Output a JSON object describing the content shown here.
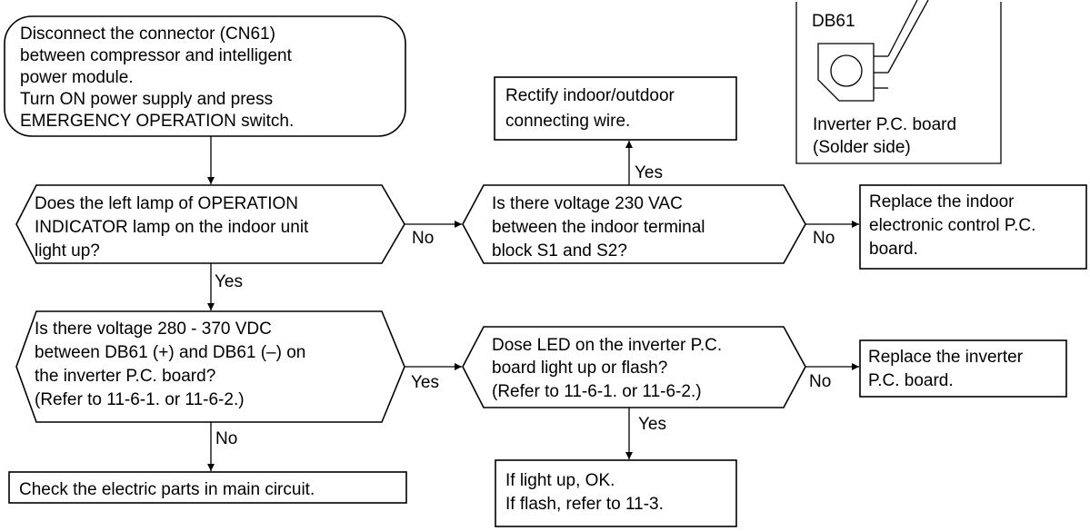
{
  "start_box": {
    "lines": [
      "Disconnect the connector (CN61)",
      "between compressor and intelligent",
      "power module.",
      "Turn ON power supply and press",
      "EMERGENCY OPERATION switch."
    ]
  },
  "decision_lamp": {
    "lines": [
      "Does the left lamp of OPERATION",
      "INDICATOR lamp on the indoor unit",
      "light up?"
    ]
  },
  "decision_230vac": {
    "lines": [
      "Is there voltage 230 VAC",
      "between the indoor terminal",
      "block S1 and S2?"
    ]
  },
  "box_rectify": {
    "lines": [
      "Rectify indoor/outdoor",
      "connecting wire."
    ]
  },
  "box_replace_indoor": {
    "lines": [
      "Replace the indoor",
      "electronic control P.C.",
      "board."
    ]
  },
  "decision_280vdc": {
    "lines": [
      "Is there voltage 280 - 370 VDC",
      "between DB61 (+) and DB61 (–) on",
      "the inverter P.C. board?",
      "(Refer to 11-6-1. or 11-6-2.)"
    ]
  },
  "decision_led": {
    "lines": [
      "Dose LED on the inverter P.C.",
      "board light up or flash?",
      "(Refer to 11-6-1. or 11-6-2.)"
    ]
  },
  "box_replace_inverter": {
    "lines": [
      "Replace the inverter",
      "P.C. board."
    ]
  },
  "box_check_parts": {
    "lines": [
      "Check the electric parts in main circuit."
    ]
  },
  "box_light_ok": {
    "lines": [
      "If light up, OK.",
      "If flash, refer to 11-3."
    ]
  },
  "inset": {
    "component_label": "DB61",
    "caption_lines": [
      "Inverter P.C. board",
      "(Solder side)"
    ]
  },
  "edge_labels": {
    "lamp_no": "No",
    "lamp_yes": "Yes",
    "vac_yes": "Yes",
    "vac_no": "No",
    "vdc_yes": "Yes",
    "vdc_no": "No",
    "led_no": "No",
    "led_yes": "Yes"
  }
}
